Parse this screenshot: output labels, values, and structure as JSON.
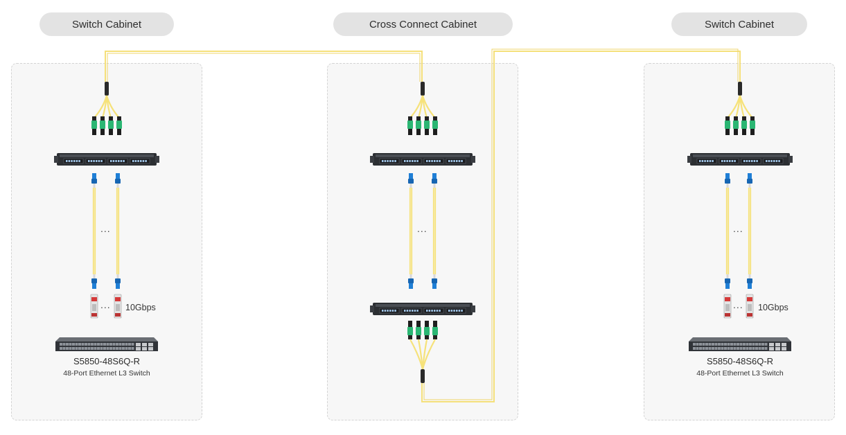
{
  "cabinets": {
    "left": {
      "title": "Switch Cabinet"
    },
    "middle": {
      "title": "Cross Connect Cabinet"
    },
    "right": {
      "title": "Switch Cabinet"
    }
  },
  "switches": {
    "left": {
      "model": "S5850-48S6Q-R",
      "description": "48-Port Ethernet L3 Switch",
      "speed": "10Gbps"
    },
    "right": {
      "model": "S5850-48S6Q-R",
      "description": "48-Port Ethernet L3 Switch",
      "speed": "10Gbps"
    }
  },
  "ellipsis": "...",
  "colors": {
    "fiber": "#f6e27a",
    "mtp_connector": "#2bb673",
    "lc_connector": "#1f7fd6",
    "panel": "#2c2f33",
    "cabinet_bg": "#f7f7f7",
    "pill_bg": "#e3e3e3"
  }
}
